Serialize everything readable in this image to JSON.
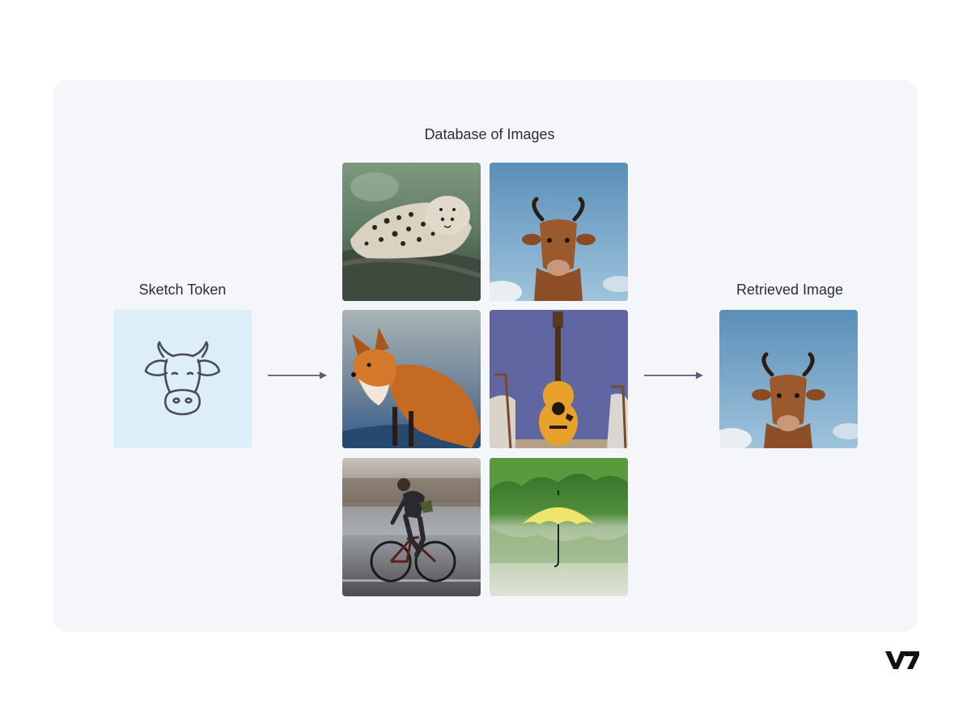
{
  "diagram": {
    "sketch_label": "Sketch Token",
    "database_label": "Database of Images",
    "retrieved_label": "Retrieved Image"
  },
  "database": {
    "images": [
      {
        "icon": "leopard-image"
      },
      {
        "icon": "cow-image"
      },
      {
        "icon": "fox-image"
      },
      {
        "icon": "guitar-image"
      },
      {
        "icon": "cyclist-image"
      },
      {
        "icon": "umbrella-image"
      }
    ]
  },
  "sketch": {
    "icon": "cow-sketch-icon"
  },
  "retrieved": {
    "icon": "cow-image"
  },
  "brand": {
    "logo": "v7-logo",
    "text": "V7"
  },
  "colors": {
    "panel": "#f5f6fa",
    "sketch_bg": "#dceef8",
    "arrow": "#5b5a7a",
    "text": "#2b2d3a"
  }
}
